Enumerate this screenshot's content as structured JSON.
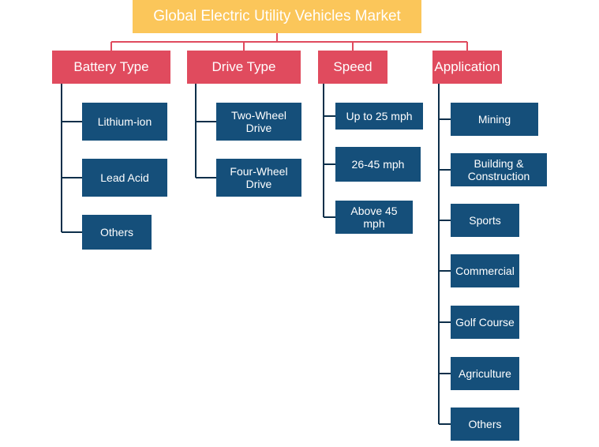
{
  "colors": {
    "root_fill": "#fbc65a",
    "category_fill": "#e04b5e",
    "leaf_fill": "#154f7a",
    "root_connector": "#e04b5e",
    "child_connector": "#0d2f4a"
  },
  "diagram": {
    "root": "Global Electric Utility Vehicles Market",
    "categories": [
      {
        "label": "Battery Type",
        "children": [
          "Lithium-ion",
          "Lead Acid",
          "Others"
        ]
      },
      {
        "label": "Drive Type",
        "children": [
          "Two-Wheel\nDrive",
          "Four-Wheel\nDrive"
        ]
      },
      {
        "label": "Speed",
        "children": [
          "Up to 25 mph",
          "26-45 mph",
          "Above 45 mph"
        ]
      },
      {
        "label": "Application",
        "children": [
          "Mining",
          "Building &\nConstruction",
          "Sports",
          "Commercial",
          "Golf Course",
          "Agriculture",
          "Others"
        ]
      }
    ]
  }
}
